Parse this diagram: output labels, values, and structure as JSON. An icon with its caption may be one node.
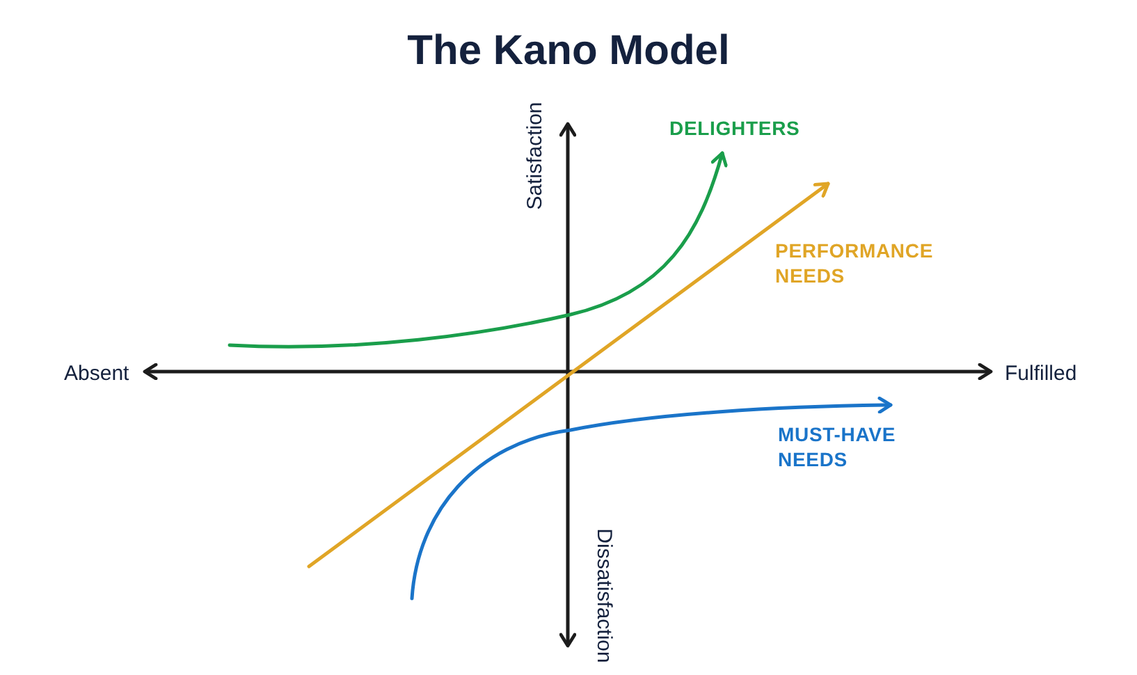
{
  "diagram": {
    "title": "The Kano Model",
    "labels": [
      "Satisfaction",
      "DELIGHTERS",
      "PERFORMANCE NEEDS",
      "Absent",
      "Fulfilled",
      "MUST-HAVE NEEDS",
      "Dissatisfaction"
    ]
  }
}
